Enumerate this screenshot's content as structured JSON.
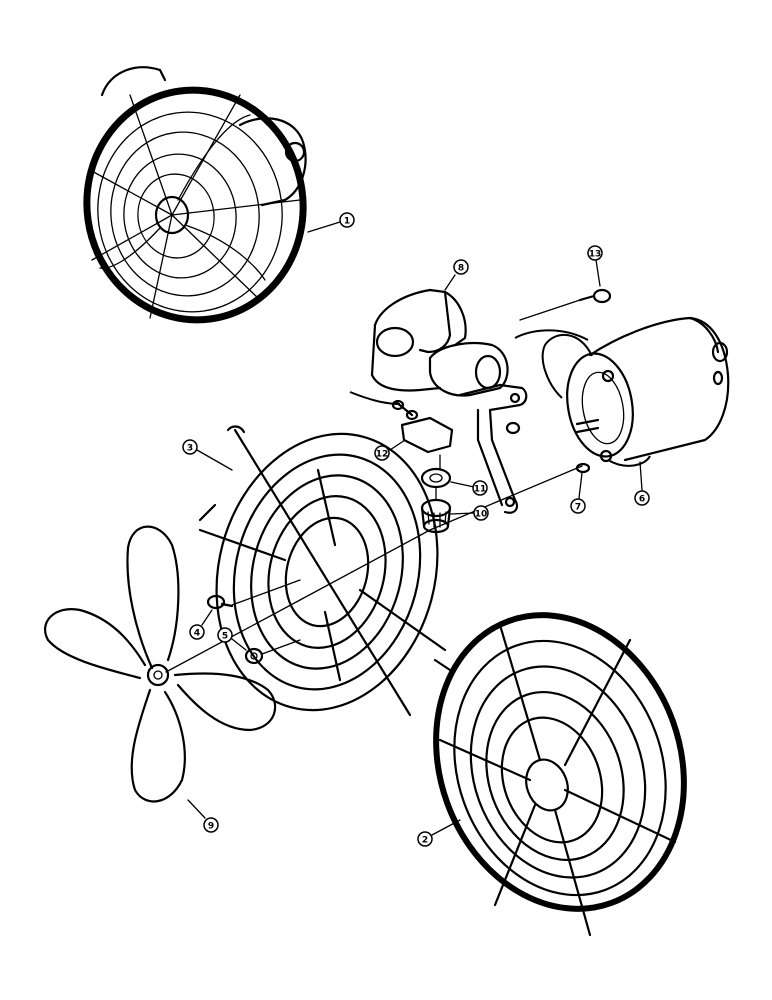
{
  "diagram": {
    "ink_color": "#000000",
    "paper_color": "#ffffff",
    "callouts": [
      {
        "id": "c1",
        "label": "1"
      },
      {
        "id": "c2",
        "label": "2"
      },
      {
        "id": "c3",
        "label": "3"
      },
      {
        "id": "c4",
        "label": "4"
      },
      {
        "id": "c5",
        "label": "5"
      },
      {
        "id": "c6",
        "label": "6"
      },
      {
        "id": "c7",
        "label": "7"
      },
      {
        "id": "c8",
        "label": "8"
      },
      {
        "id": "c9",
        "label": "9"
      },
      {
        "id": "c10",
        "label": "10"
      },
      {
        "id": "c11",
        "label": "11"
      },
      {
        "id": "c12",
        "label": "12"
      },
      {
        "id": "c13",
        "label": "13"
      }
    ]
  }
}
